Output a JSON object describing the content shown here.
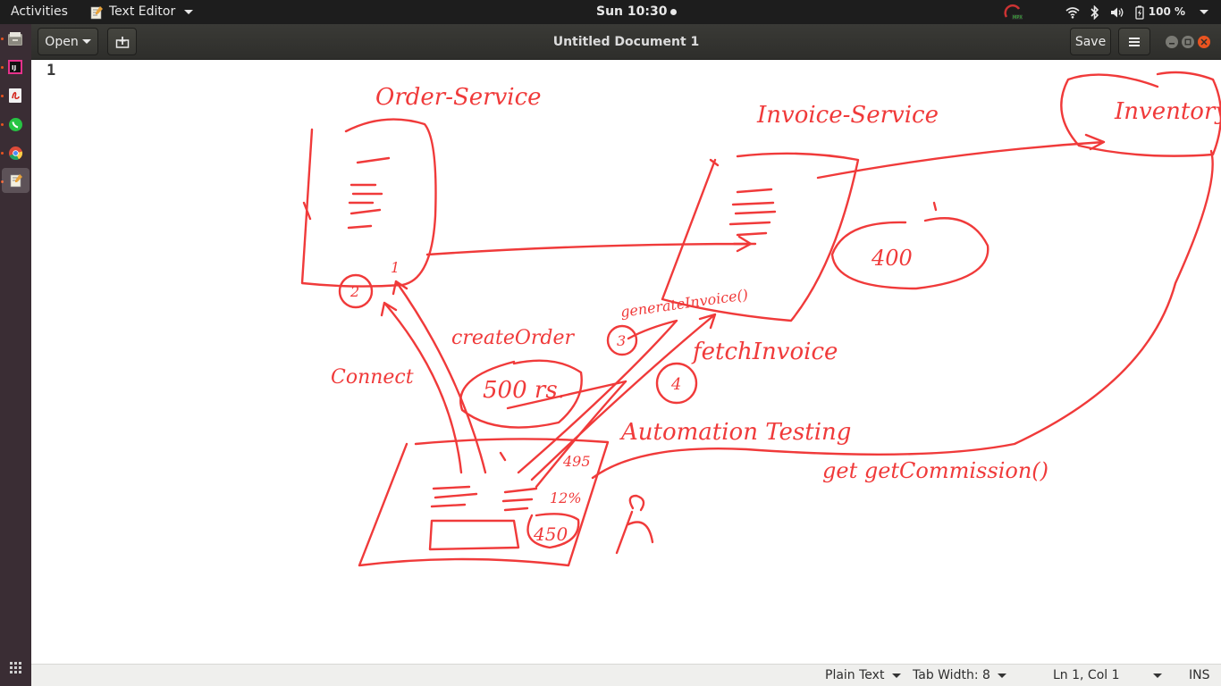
{
  "topbar": {
    "activities": "Activities",
    "app_name": "Text Editor",
    "clock": "Sun 10:30",
    "battery": "100 %"
  },
  "dock": {
    "items": [
      "files-icon",
      "jetbrains-icon",
      "pdf-viewer-icon",
      "whatsapp-icon",
      "chrome-icon",
      "text-editor-icon"
    ]
  },
  "header": {
    "open_label": "Open",
    "title": "Untitled Document 1",
    "save_label": "Save"
  },
  "editor": {
    "line_number": "1",
    "ink_color": "#f03a3a"
  },
  "sketch": {
    "labels": {
      "order_service": "Order-Service",
      "invoice_service": "Invoice-Service",
      "inventory": "Inventory",
      "create_order": "createOrder",
      "generate_invoice": "generateInvoice()",
      "fetch_invoice": "fetchInvoice",
      "connect": "Connect",
      "amount": "500 rs.",
      "automation_testing": "Automation Testing",
      "get_commission": "get getCommission()",
      "circle_400": "400",
      "box_450": "450",
      "val_495": "495",
      "pct_12": "12%",
      "step_1": "1",
      "step_2": "2",
      "step_3": "3",
      "step_4": "4"
    }
  },
  "statusbar": {
    "language": "Plain Text",
    "tab_width": "Tab Width: 8",
    "position": "Ln 1, Col 1",
    "mode": "INS"
  }
}
